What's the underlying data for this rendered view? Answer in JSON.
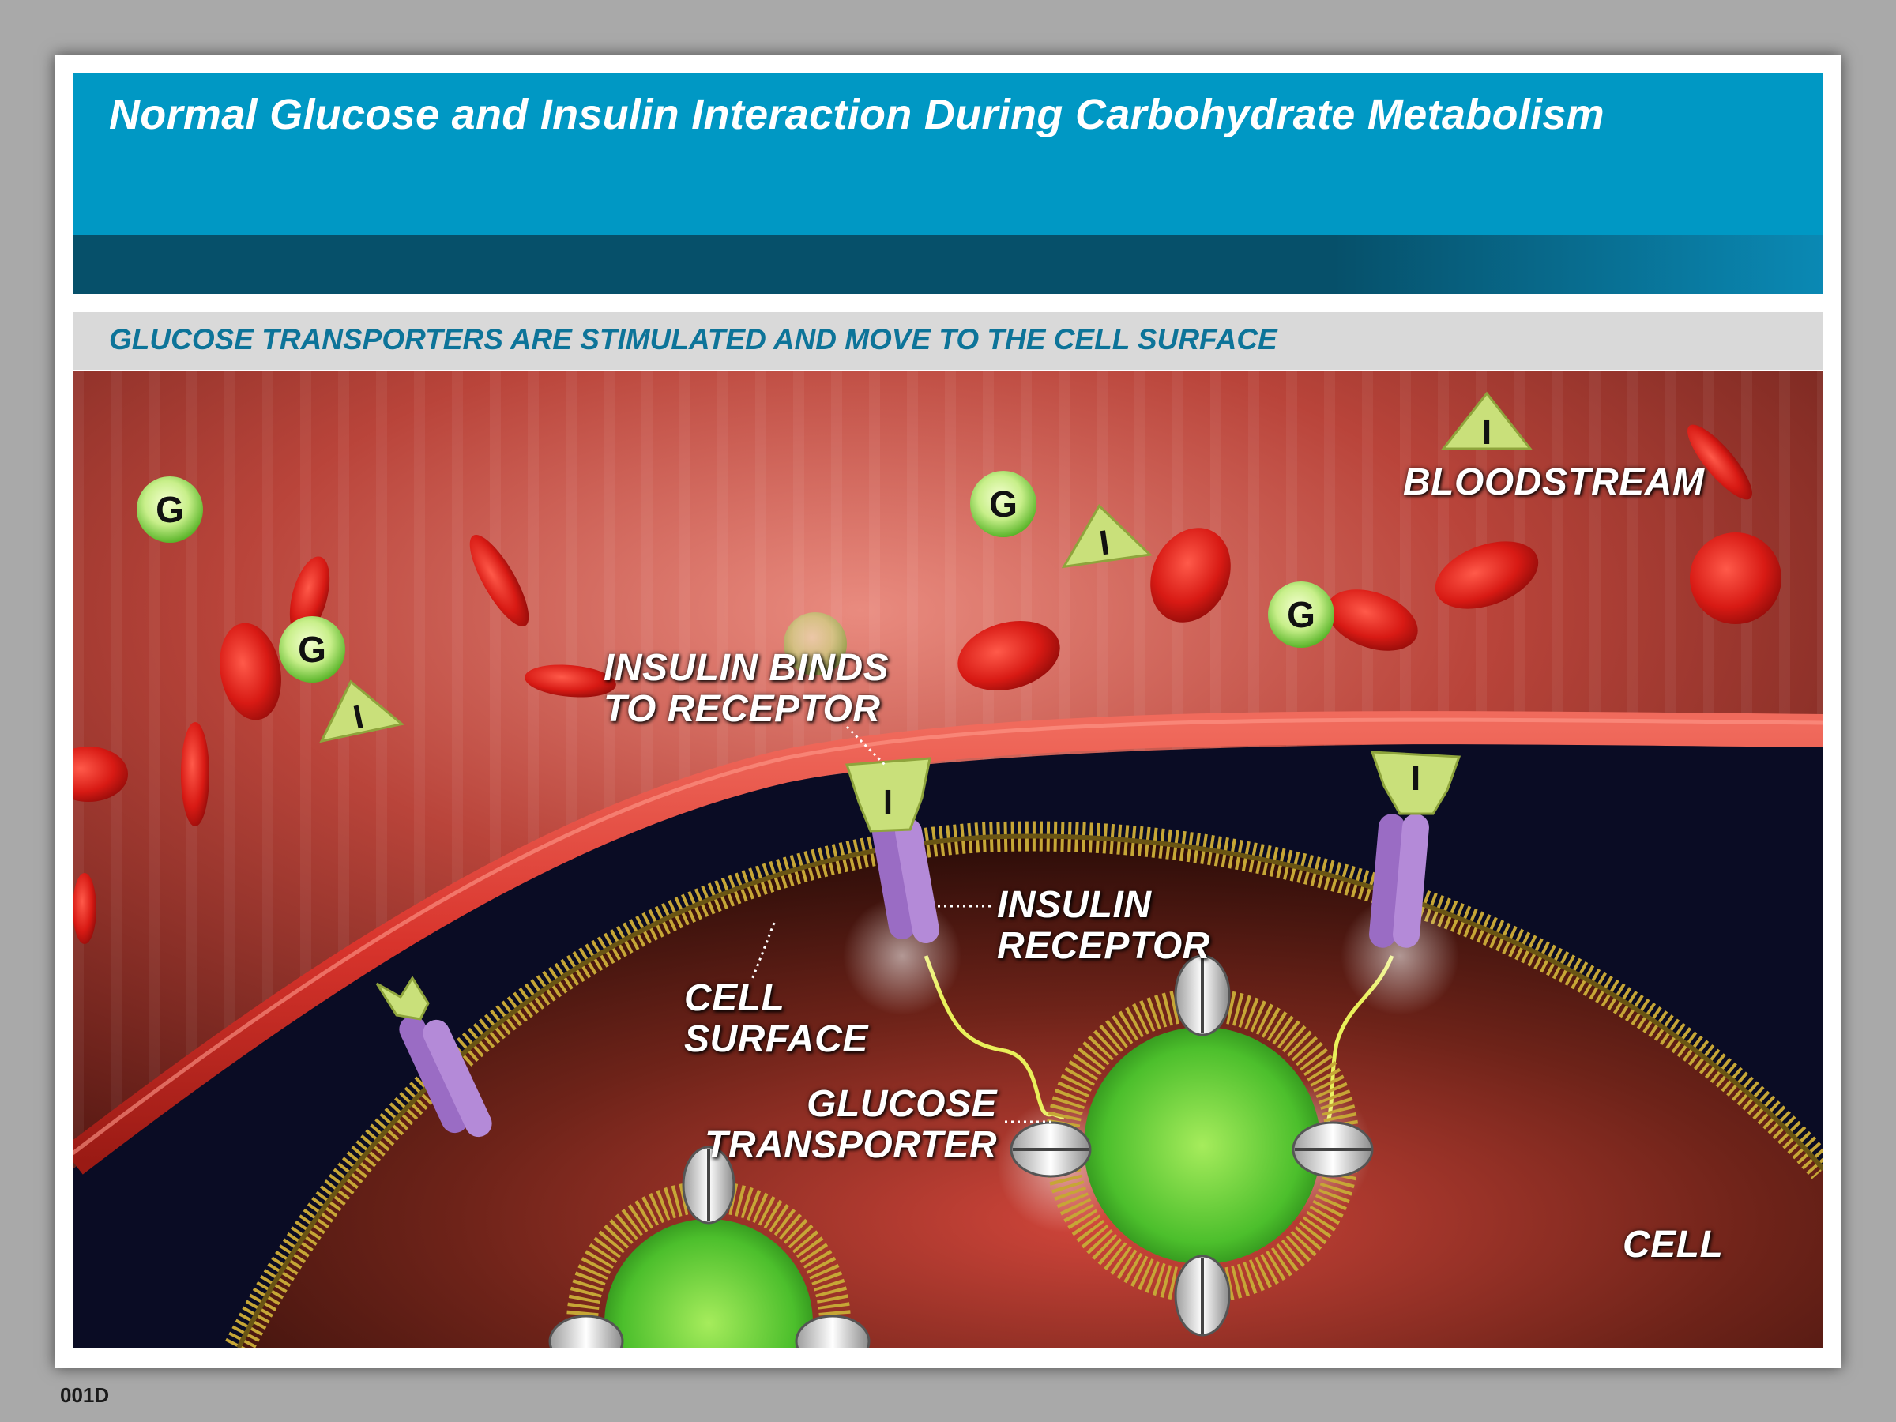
{
  "title": "Normal Glucose and Insulin Interaction During Carbohydrate Metabolism",
  "subtitle": "GLUCOSE TRANSPORTERS ARE STIMULATED AND MOVE TO THE CELL SURFACE",
  "labels": {
    "bloodstream": "BLOODSTREAM",
    "insulin_binds": [
      "INSULIN BINDS",
      "TO RECEPTOR"
    ],
    "insulin_receptor": [
      "INSULIN",
      "RECEPTOR"
    ],
    "cell_surface": [
      "CELL",
      "SURFACE"
    ],
    "glucose_transporter": [
      "GLUCOSE",
      "TRANSPORTER"
    ],
    "cell": "CELL"
  },
  "molecule_letters": {
    "glucose": "G",
    "insulin": "I"
  },
  "image_code": "001D",
  "colors": {
    "header_blue": "#0098c4",
    "header_dark": "#06506a",
    "subtitle_text": "#0d7499",
    "glucose": "#8ed64a",
    "insulin": "#c9e07a",
    "receptor": "#9a6cc4",
    "vessel": "#d6403a",
    "vesicle": "#5cc53a"
  }
}
